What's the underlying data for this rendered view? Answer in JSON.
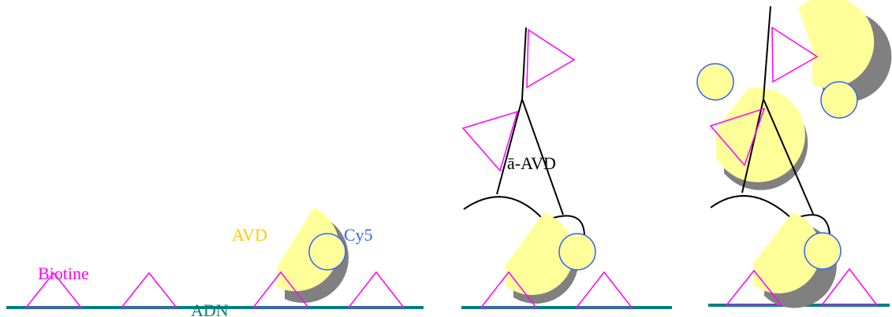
{
  "labels": {
    "biotine": "Biotine",
    "adn": "ADN",
    "avd": "AVD",
    "cy5": "Cy5",
    "anti_avd": "ā-AVD"
  },
  "colors": {
    "dna": "#007f7f",
    "biotin": "#ff00ff",
    "avidin": "#ffff99",
    "avidin_shadow": "#808080",
    "cy5": "#3366ff",
    "antibody": "#000000",
    "avd_label": "#ffcc00",
    "adn_label": "#007f7f"
  }
}
